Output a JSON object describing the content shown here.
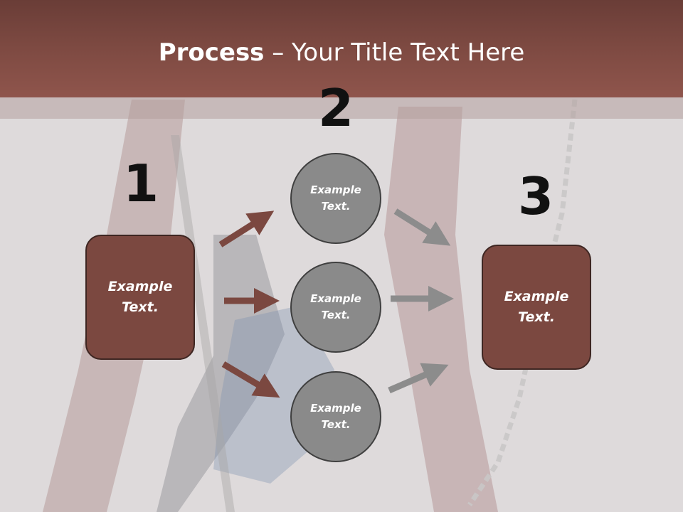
{
  "title": {
    "bold": "Process",
    "rest": " – Your Title Text Here"
  },
  "steps": {
    "one": "1",
    "two": "2",
    "three": "3"
  },
  "left_box": {
    "label": "Example Text."
  },
  "right_box": {
    "label": "Example Text."
  },
  "circles": [
    {
      "label": "Example Text."
    },
    {
      "label": "Example Text."
    },
    {
      "label": "Example Text."
    }
  ],
  "colors": {
    "header": "#7e4a42",
    "box_fill": "#7b4840",
    "circle_fill": "#8a8a8a",
    "arrow_brown": "#7b4840",
    "arrow_gray": "#8c8c8c"
  }
}
